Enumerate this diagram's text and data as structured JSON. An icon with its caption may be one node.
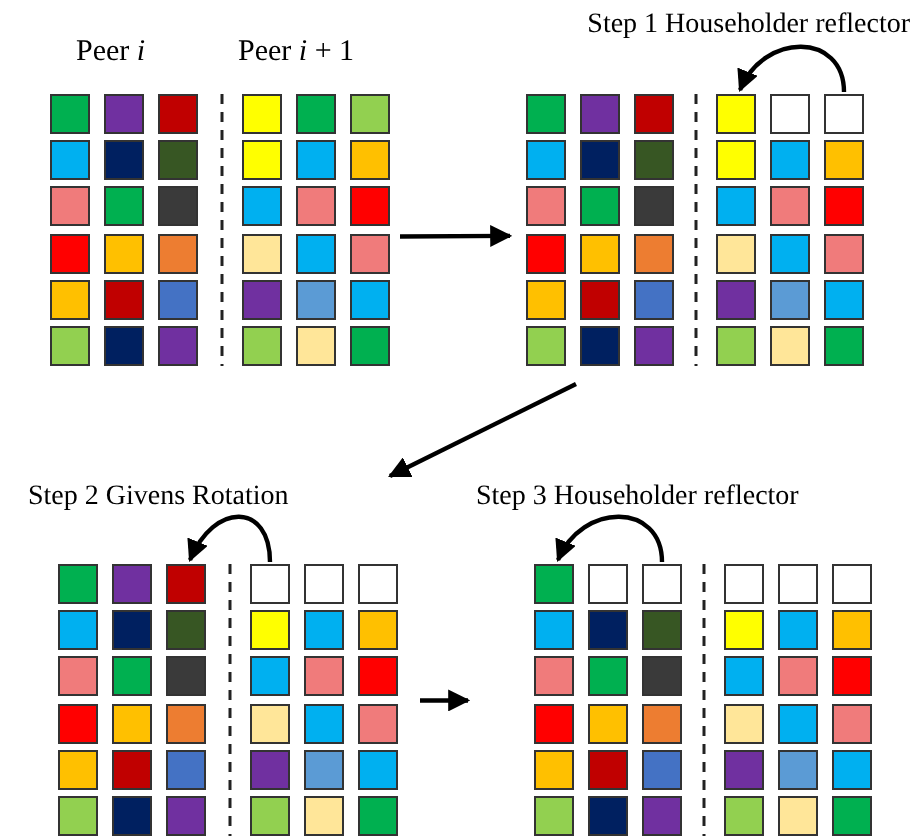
{
  "diagram": {
    "nodes": [
      {
        "text": [
          "Peer *i*",
          "Peer *i* + 1"
        ]
      },
      {
        "text": [
          "Step 1 Householder reflector"
        ]
      },
      {
        "text": [],
        "shape": "box",
        "in": 1
      },
      {
        "text": [],
        "shape": "box",
        "in": 1
      },
      {
        "text": [
          "Step 2 Givens Rotation"
        ]
      },
      {
        "text": [],
        "shape": "box",
        "in": 4
      },
      {
        "text": [],
        "shape": "box",
        "in": 4
      },
      {
        "text": [
          "Step 3 Householder reflector"
        ]
      },
      {
        "text": [],
        "shape": "box",
        "in": 7
      },
      {
        "text": [],
        "shape": "box",
        "in": 7
      }
    ],
    "edges": [
      {
        "from": 0,
        "to": 1,
        "arrow": "to"
      },
      {
        "from": 1,
        "to": 4,
        "arrow": "to"
      },
      {
        "from": 4,
        "to": 7,
        "arrow": "to"
      },
      {
        "from": 3,
        "to": 2,
        "arrow": "to"
      },
      {
        "from": 6,
        "to": 5,
        "arrow": "to"
      },
      {
        "from": 9,
        "to": 8,
        "arrow": "to"
      }
    ]
  }
}
